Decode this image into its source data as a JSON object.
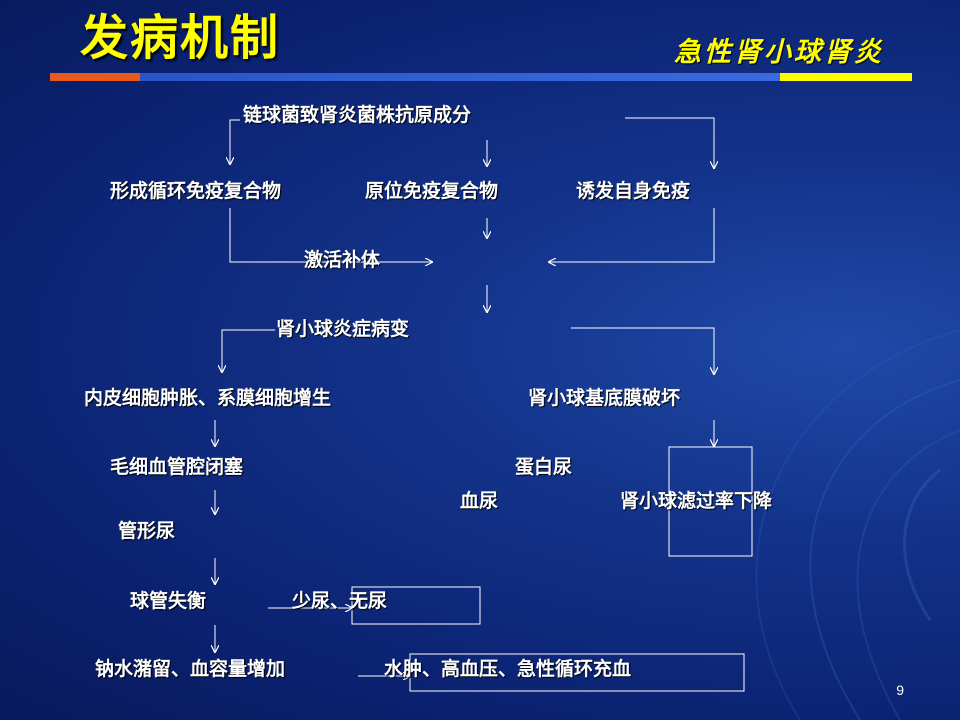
{
  "slide": {
    "title": "发病机制",
    "subtitle": "急性肾小球肾炎",
    "page_number": "9"
  },
  "colors": {
    "title": "#ffff00",
    "background": "#0b2170",
    "accent_orange": "#e75a1c",
    "accent_blue": "#2a55c8",
    "text": "#ffffff"
  },
  "diagram": {
    "nodes": {
      "antigen": "链球菌致肾炎菌株抗原成分",
      "circulating_ic": "形成循环免疫复合物",
      "in_situ_ic": "原位免疫复合物",
      "autoimmune": "诱发自身免疫",
      "complement": "激活补体",
      "inflammation": "肾小球炎症病变",
      "cell_swelling": "内皮细胞肿胀、系膜细胞增生",
      "gbm_damage": "肾小球基底膜破坏",
      "capillary_occlusion": "毛细血管腔闭塞",
      "proteinuria": "蛋白尿",
      "hematuria": "血尿",
      "gfr_decrease": "肾小球滤过率下降",
      "cast_urine": "管形尿",
      "imbalance": "球管失衡",
      "oliguria": "少尿、无尿",
      "retention": "钠水潴留、血容量增加",
      "symptoms": "水肿、高血压、急性循环充血"
    }
  }
}
